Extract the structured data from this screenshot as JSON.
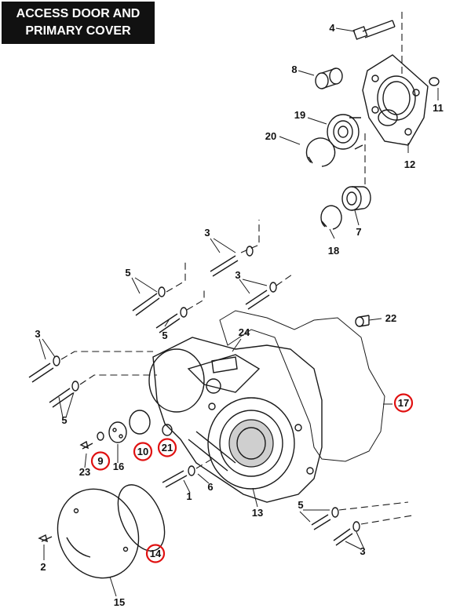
{
  "title": {
    "line1": "ACCESS DOOR AND",
    "line2": "PRIMARY COVER"
  },
  "callouts": [
    {
      "id": "c4",
      "label": "4",
      "highlighted": false
    },
    {
      "id": "c8",
      "label": "8",
      "highlighted": false
    },
    {
      "id": "c11",
      "label": "11",
      "highlighted": false
    },
    {
      "id": "c19",
      "label": "19",
      "highlighted": false
    },
    {
      "id": "c20",
      "label": "20",
      "highlighted": false
    },
    {
      "id": "c12",
      "label": "12",
      "highlighted": false
    },
    {
      "id": "c7",
      "label": "7",
      "highlighted": false
    },
    {
      "id": "c18",
      "label": "18",
      "highlighted": false
    },
    {
      "id": "c3a",
      "label": "3",
      "highlighted": false
    },
    {
      "id": "c5a",
      "label": "5",
      "highlighted": false
    },
    {
      "id": "c3b",
      "label": "3",
      "highlighted": false
    },
    {
      "id": "c5b",
      "label": "5",
      "highlighted": false
    },
    {
      "id": "c22",
      "label": "22",
      "highlighted": false
    },
    {
      "id": "c24",
      "label": "24",
      "highlighted": false
    },
    {
      "id": "c3c",
      "label": "3",
      "highlighted": false
    },
    {
      "id": "c17",
      "label": "17",
      "highlighted": true
    },
    {
      "id": "c5c",
      "label": "5",
      "highlighted": false
    },
    {
      "id": "c9",
      "label": "9",
      "highlighted": true
    },
    {
      "id": "c10",
      "label": "10",
      "highlighted": true
    },
    {
      "id": "c21",
      "label": "21",
      "highlighted": true
    },
    {
      "id": "c23",
      "label": "23",
      "highlighted": false
    },
    {
      "id": "c16",
      "label": "16",
      "highlighted": false
    },
    {
      "id": "c1",
      "label": "1",
      "highlighted": false
    },
    {
      "id": "c6",
      "label": "6",
      "highlighted": false
    },
    {
      "id": "c13",
      "label": "13",
      "highlighted": false
    },
    {
      "id": "c5d",
      "label": "5",
      "highlighted": false
    },
    {
      "id": "c14",
      "label": "14",
      "highlighted": true
    },
    {
      "id": "c2",
      "label": "2",
      "highlighted": false
    },
    {
      "id": "c15",
      "label": "15",
      "highlighted": false
    },
    {
      "id": "c3d",
      "label": "3",
      "highlighted": false
    }
  ],
  "colors": {
    "ink": "#1a1a1a",
    "highlight_circle": "#e01010",
    "title_background": "#111111",
    "title_text": "#ffffff"
  }
}
